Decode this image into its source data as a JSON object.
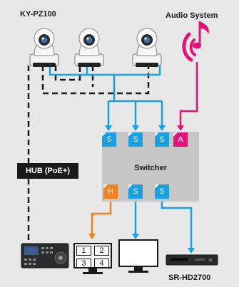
{
  "labels": {
    "camera_model": "KY-PZ100",
    "audio_source": "Audio System",
    "hub": "HUB (PoE+)",
    "switcher": "Switcher",
    "recorder": "SR-HD2700"
  },
  "switcher_inputs": [
    "S",
    "S",
    "S",
    "A"
  ],
  "switcher_outputs": [
    "H",
    "S",
    "S"
  ],
  "multiview_cells": [
    "1",
    "2",
    "3",
    "4"
  ],
  "colors": {
    "sdi": "#1aa0e0",
    "audio": "#e0147a",
    "hdmi": "#f08020",
    "network": "#1a1a1a",
    "background": "#e8e8e8",
    "switcher_body": "#c6c6c6"
  },
  "icons": {
    "camera": "ptz-camera-icon",
    "audio": "music-note-icon",
    "controller": "remote-controller-icon",
    "monitor": "monitor-icon",
    "recorder": "recorder-icon"
  }
}
